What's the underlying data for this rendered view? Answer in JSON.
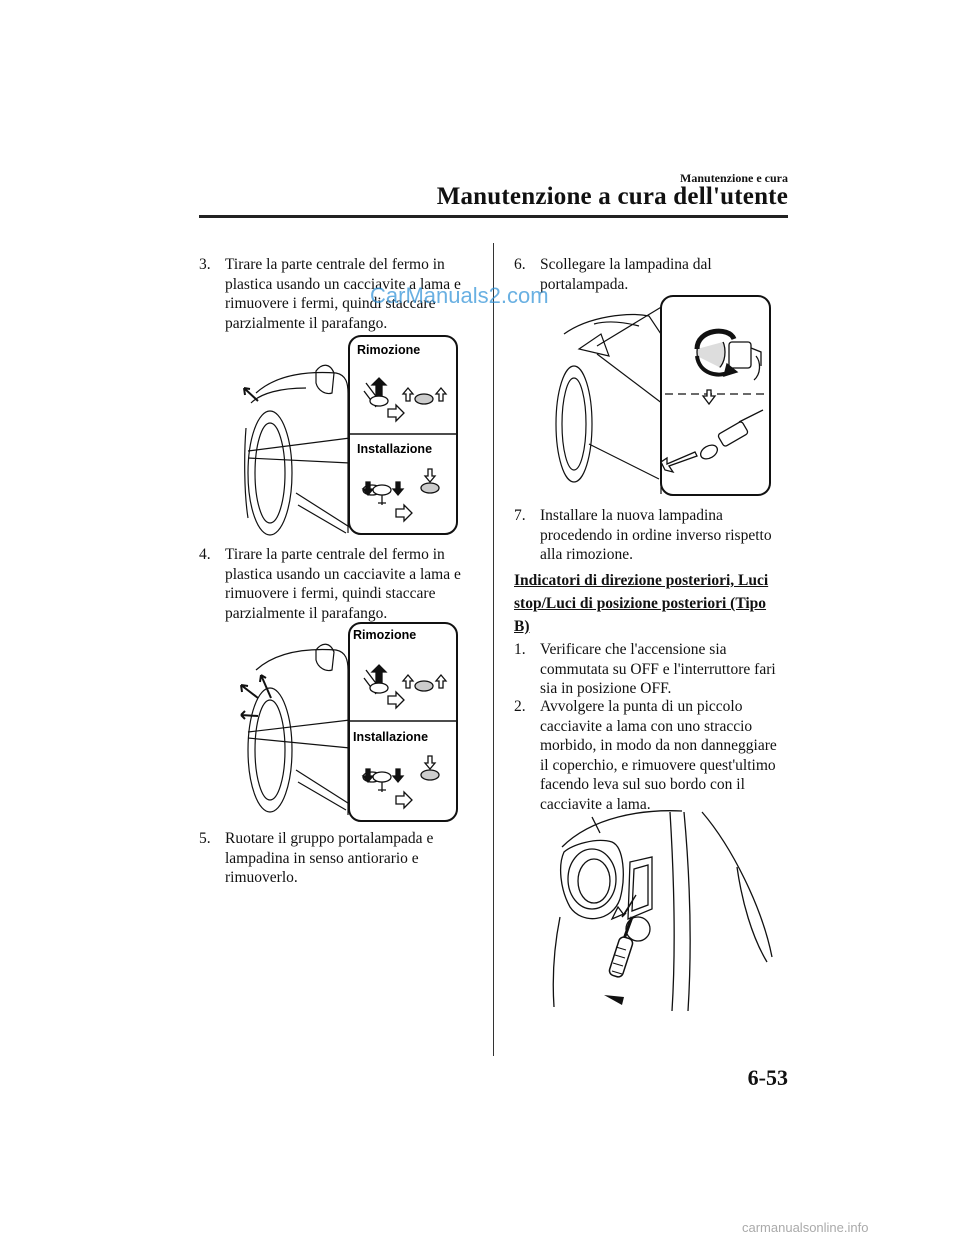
{
  "header": {
    "section_small": "Manutenzione e cura",
    "section_title": "Manutenzione a cura dell'utente"
  },
  "left_column": {
    "step3": {
      "num": "3.",
      "text": "Tirare la parte centrale del fermo in plastica usando un cacciavite a lama e rimuovere i fermi, quindi staccare parzialmente il parafango."
    },
    "fig1": {
      "removal": "Rimozione",
      "install": "Installazione"
    },
    "step4": {
      "num": "4.",
      "text": "Tirare la parte centrale del fermo in plastica usando un cacciavite a lama e rimuovere i fermi, quindi staccare parzialmente il parafango."
    },
    "fig2": {
      "removal": "Rimozione",
      "install": "Installazione"
    },
    "step5": {
      "num": "5.",
      "text": "Ruotare il gruppo portalampada e lampadina in senso antiorario e rimuoverlo."
    }
  },
  "right_column": {
    "step6": {
      "num": "6.",
      "text": "Scollegare la lampadina dal portalampada."
    },
    "step7": {
      "num": "7.",
      "text": "Installare la nuova lampadina procedendo in ordine inverso rispetto alla rimozione."
    },
    "section_heading": "Indicatori di direzione posteriori, Luci stop/Luci di posizione posteriori (Tipo B)",
    "b_step1": {
      "num": "1.",
      "text": "Verificare che l'accensione sia commutata su OFF e l'interruttore fari sia in posizione OFF."
    },
    "b_step2": {
      "num": "2.",
      "text": "Avvolgere la punta di un piccolo cacciavite a lama con uno straccio morbido, in modo da non danneggiare il coperchio, e rimuovere quest'ultimo facendo leva sul suo bordo con il cacciavite a lama."
    }
  },
  "watermark": "CarManuals2.com",
  "footer_watermark": "carmanualsonline.info",
  "page_number": "6-53"
}
